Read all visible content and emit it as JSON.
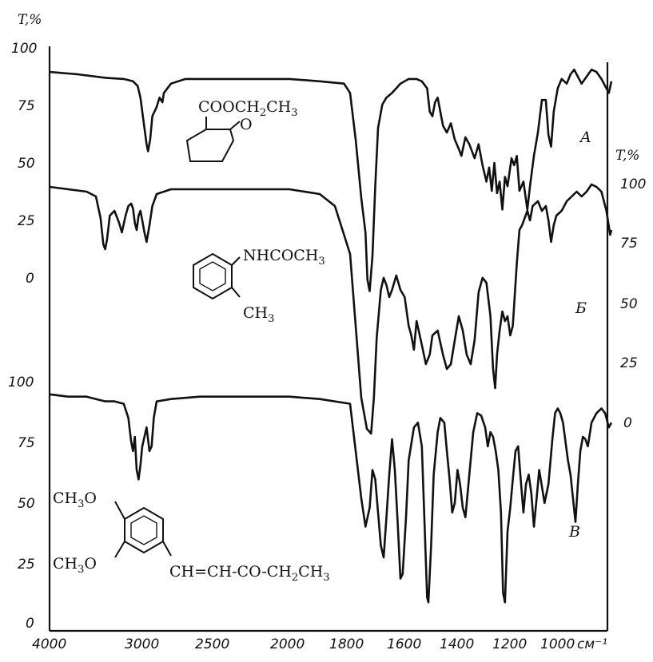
{
  "chart_data": {
    "type": "line",
    "ylabel_left": "T,%",
    "ylabel_right": "T,%",
    "x_unit": "см⁻¹",
    "x_ticks": [
      "4000",
      "3000",
      "2500",
      "2000",
      "1800",
      "1600",
      "1400",
      "1200",
      "1000"
    ],
    "axis_left_top": [
      "100",
      "75",
      "50",
      "25",
      "0"
    ],
    "axis_left_bottom": [
      "100",
      "75",
      "50",
      "25",
      "0"
    ],
    "axis_right": [
      "100",
      "75",
      "50",
      "25",
      "0"
    ],
    "grid": false,
    "series": [
      {
        "name": "A",
        "formula": {
          "line1": "COOCH",
          "sub1": "2",
          "line1b": "CH",
          "sub2": "3",
          "ketone": "O"
        },
        "points": [
          [
            4000,
            89
          ],
          [
            3700,
            88
          ],
          [
            3400,
            86.5
          ],
          [
            3200,
            86
          ],
          [
            3100,
            85
          ],
          [
            3050,
            83
          ],
          [
            3020,
            78
          ],
          [
            3000,
            72
          ],
          [
            2985,
            65
          ],
          [
            2970,
            58
          ],
          [
            2960,
            55
          ],
          [
            2945,
            60
          ],
          [
            2930,
            70
          ],
          [
            2900,
            74
          ],
          [
            2880,
            78
          ],
          [
            2860,
            76
          ],
          [
            2850,
            80
          ],
          [
            2800,
            84
          ],
          [
            2700,
            86
          ],
          [
            2500,
            86
          ],
          [
            2300,
            86
          ],
          [
            2100,
            86
          ],
          [
            2000,
            86
          ],
          [
            1900,
            85
          ],
          [
            1820,
            84
          ],
          [
            1800,
            80
          ],
          [
            1780,
            60
          ],
          [
            1760,
            35
          ],
          [
            1745,
            20
          ],
          [
            1738,
            0
          ],
          [
            1730,
            -5
          ],
          [
            1720,
            10
          ],
          [
            1710,
            40
          ],
          [
            1700,
            65
          ],
          [
            1685,
            75
          ],
          [
            1670,
            78
          ],
          [
            1650,
            80
          ],
          [
            1620,
            84
          ],
          [
            1590,
            86
          ],
          [
            1560,
            86
          ],
          [
            1540,
            85
          ],
          [
            1520,
            82
          ],
          [
            1510,
            72
          ],
          [
            1500,
            70
          ],
          [
            1490,
            76
          ],
          [
            1480,
            78
          ],
          [
            1470,
            72
          ],
          [
            1460,
            66
          ],
          [
            1445,
            63
          ],
          [
            1430,
            67
          ],
          [
            1415,
            60
          ],
          [
            1400,
            56
          ],
          [
            1390,
            53
          ],
          [
            1375,
            61
          ],
          [
            1360,
            58
          ],
          [
            1340,
            52
          ],
          [
            1325,
            58
          ],
          [
            1310,
            49
          ],
          [
            1295,
            42
          ],
          [
            1285,
            48
          ],
          [
            1275,
            38
          ],
          [
            1265,
            50
          ],
          [
            1255,
            37
          ],
          [
            1245,
            42
          ],
          [
            1235,
            30
          ],
          [
            1225,
            44
          ],
          [
            1215,
            40
          ],
          [
            1200,
            52
          ],
          [
            1190,
            49
          ],
          [
            1180,
            53
          ],
          [
            1170,
            38
          ],
          [
            1155,
            42
          ],
          [
            1140,
            30
          ],
          [
            1130,
            40
          ],
          [
            1115,
            53
          ],
          [
            1100,
            63
          ],
          [
            1085,
            77
          ],
          [
            1070,
            77
          ],
          [
            1060,
            62
          ],
          [
            1050,
            57
          ],
          [
            1040,
            72
          ],
          [
            1025,
            82
          ],
          [
            1010,
            86
          ],
          [
            990,
            84
          ],
          [
            975,
            88
          ],
          [
            960,
            90
          ],
          [
            945,
            87
          ],
          [
            930,
            84
          ],
          [
            910,
            87
          ],
          [
            890,
            90
          ],
          [
            870,
            89
          ],
          [
            850,
            86
          ],
          [
            835,
            83
          ],
          [
            820,
            80
          ],
          [
            810,
            85
          ]
        ]
      },
      {
        "name": "Б",
        "formula": {
          "line1": "NHCOCH",
          "sub1": "3",
          "line2": "CH",
          "sub2": "3"
        },
        "points": [
          [
            4000,
            98
          ],
          [
            3800,
            97
          ],
          [
            3600,
            96
          ],
          [
            3500,
            94
          ],
          [
            3450,
            85
          ],
          [
            3420,
            74
          ],
          [
            3400,
            72
          ],
          [
            3380,
            76
          ],
          [
            3350,
            86
          ],
          [
            3300,
            88
          ],
          [
            3250,
            83
          ],
          [
            3220,
            79
          ],
          [
            3180,
            86
          ],
          [
            3150,
            90
          ],
          [
            3120,
            91
          ],
          [
            3100,
            89
          ],
          [
            3080,
            83
          ],
          [
            3060,
            80
          ],
          [
            3040,
            86
          ],
          [
            3020,
            88
          ],
          [
            3000,
            84
          ],
          [
            2985,
            79
          ],
          [
            2970,
            75
          ],
          [
            2950,
            82
          ],
          [
            2930,
            90
          ],
          [
            2900,
            95
          ],
          [
            2800,
            97
          ],
          [
            2600,
            97
          ],
          [
            2400,
            97
          ],
          [
            2200,
            97
          ],
          [
            2000,
            97
          ],
          [
            1900,
            95
          ],
          [
            1850,
            90
          ],
          [
            1800,
            70
          ],
          [
            1780,
            40
          ],
          [
            1760,
            10
          ],
          [
            1740,
            -3
          ],
          [
            1725,
            -5
          ],
          [
            1715,
            10
          ],
          [
            1705,
            35
          ],
          [
            1690,
            55
          ],
          [
            1680,
            60
          ],
          [
            1670,
            57
          ],
          [
            1660,
            52
          ],
          [
            1650,
            55
          ],
          [
            1635,
            61
          ],
          [
            1620,
            55
          ],
          [
            1605,
            52
          ],
          [
            1590,
            40
          ],
          [
            1580,
            36
          ],
          [
            1570,
            30
          ],
          [
            1560,
            42
          ],
          [
            1540,
            32
          ],
          [
            1525,
            24
          ],
          [
            1510,
            28
          ],
          [
            1500,
            36
          ],
          [
            1480,
            38
          ],
          [
            1460,
            28
          ],
          [
            1445,
            22
          ],
          [
            1430,
            24
          ],
          [
            1415,
            34
          ],
          [
            1400,
            44
          ],
          [
            1385,
            38
          ],
          [
            1370,
            28
          ],
          [
            1355,
            24
          ],
          [
            1340,
            34
          ],
          [
            1325,
            54
          ],
          [
            1310,
            60
          ],
          [
            1295,
            58
          ],
          [
            1280,
            44
          ],
          [
            1270,
            22
          ],
          [
            1262,
            14
          ],
          [
            1255,
            28
          ],
          [
            1245,
            38
          ],
          [
            1235,
            46
          ],
          [
            1225,
            42
          ],
          [
            1215,
            44
          ],
          [
            1205,
            36
          ],
          [
            1195,
            40
          ],
          [
            1180,
            66
          ],
          [
            1170,
            80
          ],
          [
            1160,
            82
          ],
          [
            1150,
            85
          ],
          [
            1140,
            88
          ],
          [
            1130,
            84
          ],
          [
            1120,
            90
          ],
          [
            1100,
            92
          ],
          [
            1085,
            88
          ],
          [
            1070,
            90
          ],
          [
            1060,
            84
          ],
          [
            1050,
            75
          ],
          [
            1040,
            82
          ],
          [
            1030,
            86
          ],
          [
            1010,
            88
          ],
          [
            990,
            92
          ],
          [
            970,
            94
          ],
          [
            950,
            96
          ],
          [
            930,
            94
          ],
          [
            910,
            96
          ],
          [
            890,
            99
          ],
          [
            870,
            98
          ],
          [
            850,
            96
          ],
          [
            830,
            88
          ],
          [
            815,
            78
          ],
          [
            810,
            80
          ]
        ]
      },
      {
        "name": "В",
        "formula": {
          "ome1": "CH",
          "ome1sub": "3",
          "ome1o": "O",
          "ome2": "CH",
          "ome2sub": "3",
          "ome2o": "O",
          "chain": "CH=CH-CO-CH",
          "chainsub": "2",
          "chainend": "CH",
          "chainendsub": "3"
        },
        "points": [
          [
            4000,
            94
          ],
          [
            3800,
            93
          ],
          [
            3600,
            93
          ],
          [
            3500,
            92
          ],
          [
            3400,
            91
          ],
          [
            3300,
            91
          ],
          [
            3200,
            90
          ],
          [
            3150,
            84
          ],
          [
            3120,
            74
          ],
          [
            3100,
            70
          ],
          [
            3080,
            76
          ],
          [
            3060,
            62
          ],
          [
            3040,
            58
          ],
          [
            3020,
            64
          ],
          [
            3000,
            72
          ],
          [
            2985,
            76
          ],
          [
            2970,
            80
          ],
          [
            2950,
            70
          ],
          [
            2935,
            72
          ],
          [
            2920,
            84
          ],
          [
            2900,
            91
          ],
          [
            2800,
            92
          ],
          [
            2600,
            93
          ],
          [
            2400,
            93
          ],
          [
            2200,
            93
          ],
          [
            2000,
            93
          ],
          [
            1900,
            92
          ],
          [
            1800,
            90
          ],
          [
            1780,
            70
          ],
          [
            1760,
            50
          ],
          [
            1745,
            38
          ],
          [
            1730,
            46
          ],
          [
            1720,
            62
          ],
          [
            1710,
            58
          ],
          [
            1700,
            44
          ],
          [
            1690,
            30
          ],
          [
            1680,
            25
          ],
          [
            1670,
            42
          ],
          [
            1660,
            60
          ],
          [
            1650,
            75
          ],
          [
            1640,
            62
          ],
          [
            1630,
            40
          ],
          [
            1620,
            16
          ],
          [
            1612,
            18
          ],
          [
            1600,
            42
          ],
          [
            1590,
            66
          ],
          [
            1570,
            80
          ],
          [
            1555,
            82
          ],
          [
            1540,
            72
          ],
          [
            1530,
            40
          ],
          [
            1520,
            8
          ],
          [
            1515,
            6
          ],
          [
            1505,
            30
          ],
          [
            1495,
            60
          ],
          [
            1480,
            78
          ],
          [
            1470,
            84
          ],
          [
            1455,
            82
          ],
          [
            1445,
            70
          ],
          [
            1435,
            58
          ],
          [
            1425,
            44
          ],
          [
            1415,
            48
          ],
          [
            1405,
            62
          ],
          [
            1395,
            56
          ],
          [
            1385,
            46
          ],
          [
            1375,
            42
          ],
          [
            1360,
            60
          ],
          [
            1345,
            78
          ],
          [
            1330,
            86
          ],
          [
            1315,
            85
          ],
          [
            1300,
            80
          ],
          [
            1290,
            72
          ],
          [
            1280,
            78
          ],
          [
            1270,
            76
          ],
          [
            1260,
            70
          ],
          [
            1250,
            62
          ],
          [
            1240,
            44
          ],
          [
            1232,
            10
          ],
          [
            1225,
            6
          ],
          [
            1215,
            36
          ],
          [
            1205,
            46
          ],
          [
            1195,
            58
          ],
          [
            1185,
            70
          ],
          [
            1175,
            72
          ],
          [
            1165,
            58
          ],
          [
            1155,
            44
          ],
          [
            1145,
            56
          ],
          [
            1135,
            60
          ],
          [
            1125,
            52
          ],
          [
            1115,
            38
          ],
          [
            1105,
            50
          ],
          [
            1095,
            62
          ],
          [
            1085,
            55
          ],
          [
            1075,
            48
          ],
          [
            1060,
            56
          ],
          [
            1045,
            75
          ],
          [
            1035,
            86
          ],
          [
            1025,
            88
          ],
          [
            1015,
            86
          ],
          [
            1005,
            82
          ],
          [
            995,
            74
          ],
          [
            985,
            66
          ],
          [
            975,
            60
          ],
          [
            965,
            50
          ],
          [
            955,
            40
          ],
          [
            945,
            56
          ],
          [
            935,
            70
          ],
          [
            925,
            76
          ],
          [
            915,
            75
          ],
          [
            905,
            72
          ],
          [
            890,
            82
          ],
          [
            870,
            86
          ],
          [
            850,
            88
          ],
          [
            835,
            86
          ],
          [
            820,
            80
          ],
          [
            810,
            82
          ]
        ]
      }
    ]
  }
}
